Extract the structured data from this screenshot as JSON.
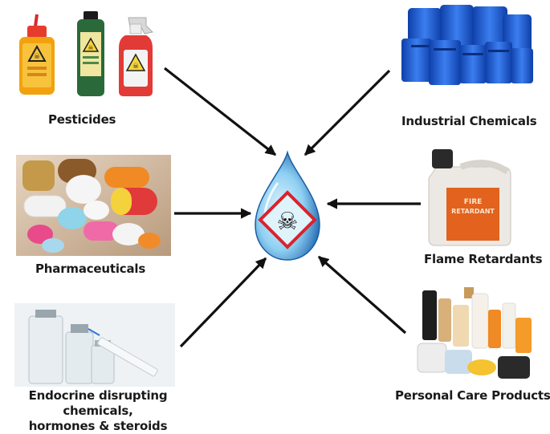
{
  "center": {
    "icon": "water-drop-with-skull-hazard-icon"
  },
  "sources": {
    "pesticides": {
      "label": "Pesticides",
      "icon": "pesticide-bottles-icon"
    },
    "industrial": {
      "label": "Industrial Chemicals",
      "icon": "chemical-drums-icon"
    },
    "pharma": {
      "label": "Pharmaceuticals",
      "icon": "pills-capsules-icon"
    },
    "flame": {
      "label": "Flame Retardants",
      "icon": "fire-retardant-canister-icon",
      "canister_text_1": "FIRE",
      "canister_text_2": "RETARDANT"
    },
    "endocrine": {
      "label_line1": "Endocrine disrupting chemicals,",
      "label_line2": "hormones & steroids",
      "icon": "vials-syringe-icon"
    },
    "personal": {
      "label": "Personal Care Products",
      "icon": "cosmetic-bottles-icon"
    }
  },
  "colors": {
    "arrow": "#111111",
    "drop_light": "#9fd6f5",
    "drop_dark": "#1a66b0",
    "hazard_red": "#d9232d",
    "drum_blue": "#1f5fd0"
  }
}
